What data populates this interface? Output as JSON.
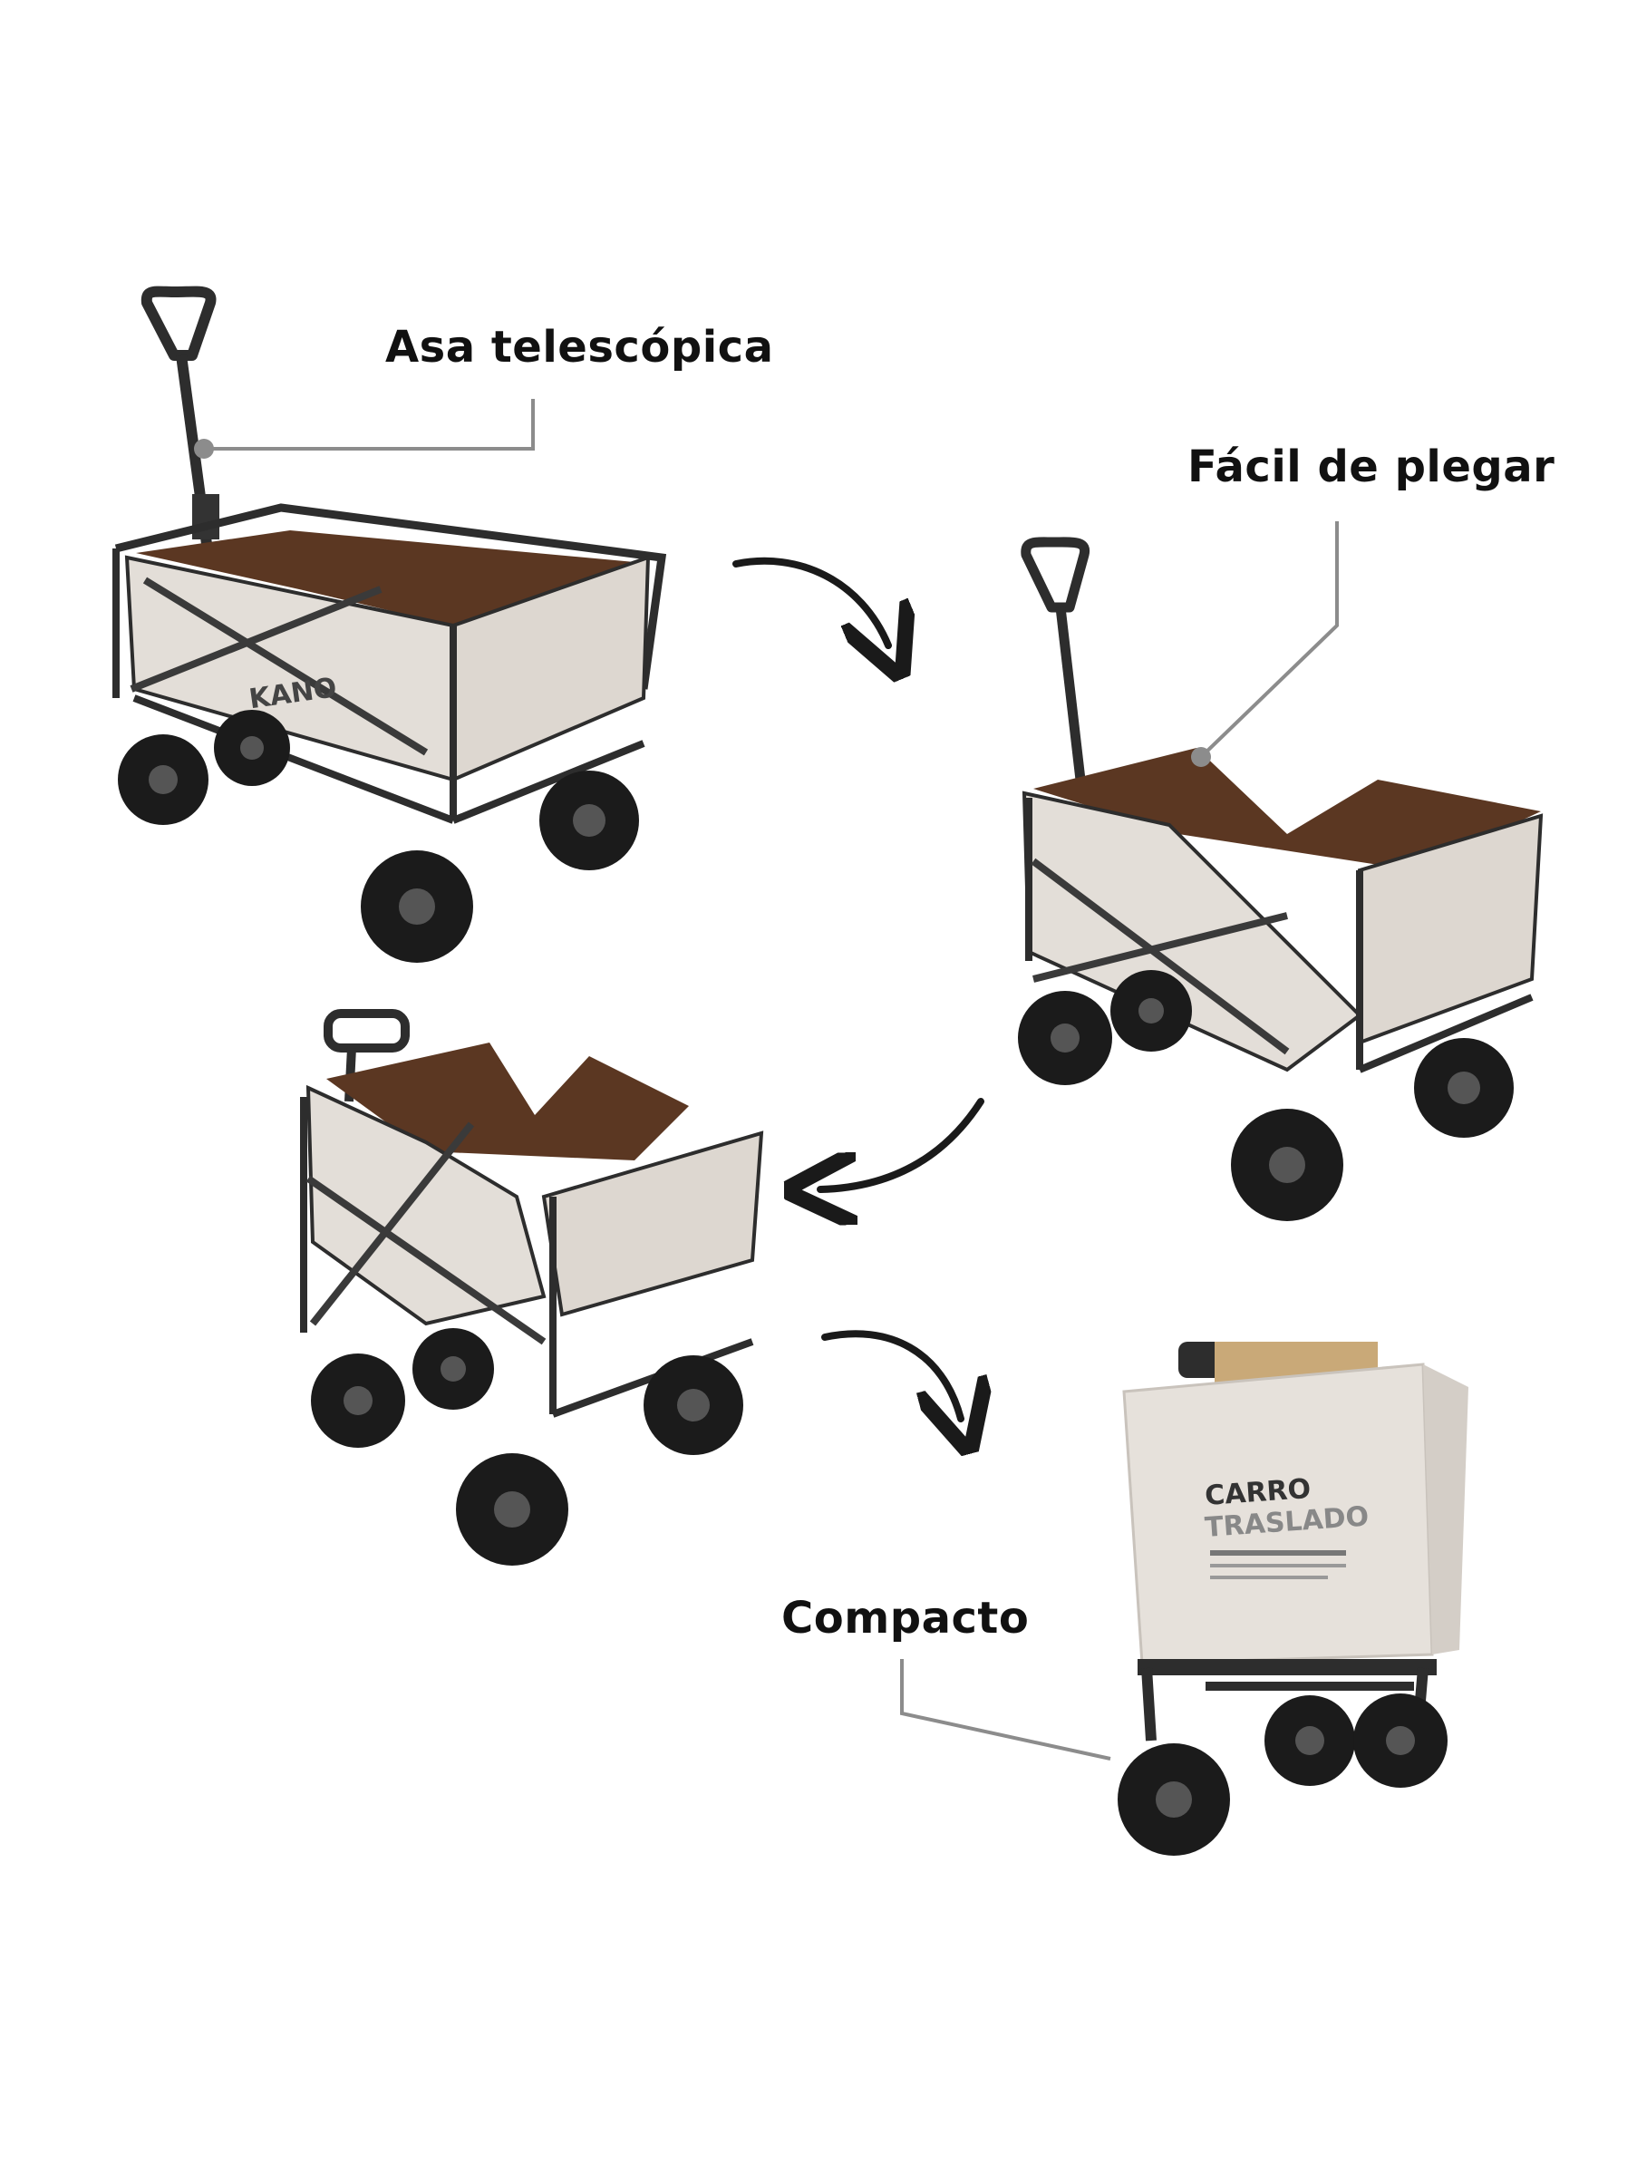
{
  "callouts": {
    "telescopic_handle": "Asa telescópica",
    "easy_fold": "Fácil de plegar",
    "compact": "Compacto"
  },
  "brand": {
    "logo": "KANO"
  },
  "packaging": {
    "line1": "CARRO",
    "line2": "TRASLADO"
  },
  "colors": {
    "fabric": "#e3ded8",
    "lining": "#5b3722",
    "frame": "#2d2d2d",
    "tire": "#1b1b1b",
    "leader_line": "#8c8c8c",
    "arrow": "#1a1a1a"
  },
  "icons": {
    "arrow": "curved-arrow-icon",
    "callout_dot": "callout-dot-icon"
  }
}
